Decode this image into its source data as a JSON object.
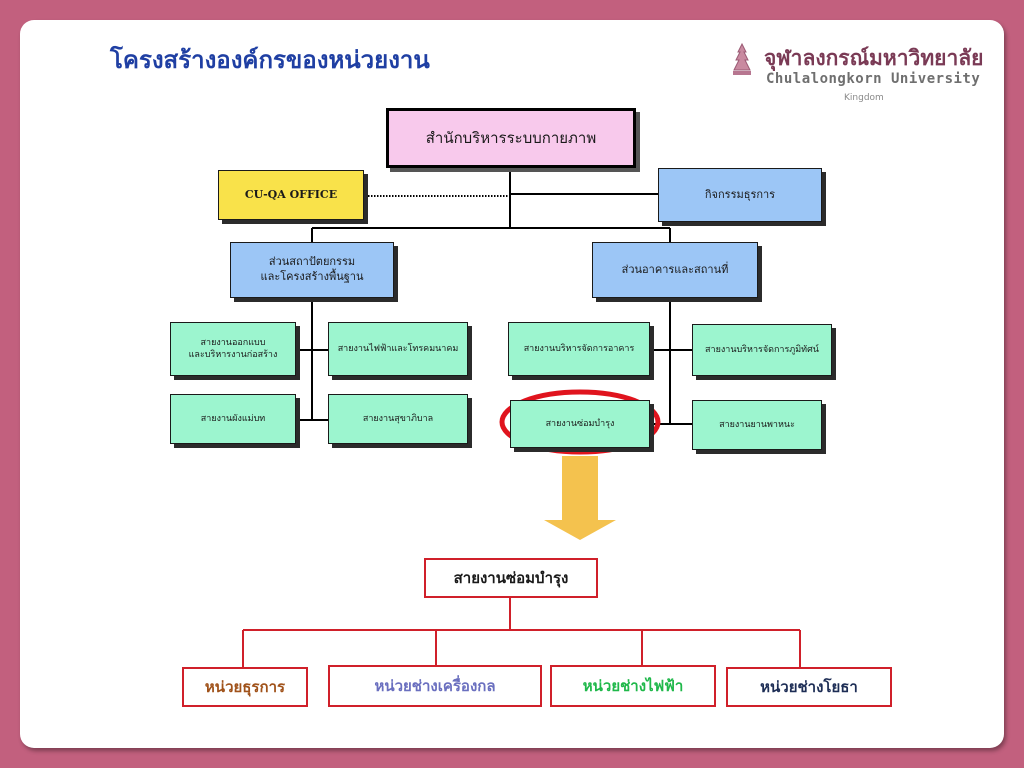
{
  "title": "โครงสร้างองค์กรของหน่วยงาน",
  "logo": {
    "thai_name": "จุฬาลงกรณ์มหาวิทยาลัย",
    "english_name": "Chulalongkorn University",
    "subtitle": "Kingdom"
  },
  "org": {
    "top": "สำนักบริหารระบบกายภาพ",
    "qa_office": "CU-QA OFFICE",
    "admin": "กิจกรรมธุรการ",
    "division_left": [
      "ส่วนสถาปัตยกรรม",
      "และโครงสร้างพื้นฐาน"
    ],
    "division_right": "ส่วนอาคารและสถานที่",
    "units": {
      "design": [
        "สายงานออกแบบ",
        "และบริหารงานก่อสร้าง"
      ],
      "electrical_comm": "สายงานไฟฟ้าและโทรคมนาคม",
      "master_plan": "สายงานผังแม่บท",
      "sanitary": "สายงานสุขาภิบาล",
      "building_mgmt": "สายงานบริหารจัดการอาคาร",
      "landscape_mgmt": "สายงานบริหารจัดการภูมิทัศน์",
      "maintenance": "สายงานซ่อมบำรุง",
      "vehicles": "สายงานยานพาหนะ"
    }
  },
  "detail": {
    "head": "สายงานซ่อมบำรุง",
    "sub_units": [
      {
        "label": "หน่วยธุรการ",
        "color": "#a0521a"
      },
      {
        "label": "หน่วยช่างเครื่องกล",
        "color": "#6a6fbf"
      },
      {
        "label": "หน่วยช่างไฟฟ้า",
        "color": "#1fb84a"
      },
      {
        "label": "หน่วยช่างโยธา",
        "color": "#1d2d55"
      }
    ]
  },
  "colors": {
    "background": "#c2607e",
    "title": "#1f3fa3",
    "highlight_ellipse": "#e0141e",
    "arrow": "#f4c24e",
    "detail_border": "#d0202a"
  }
}
